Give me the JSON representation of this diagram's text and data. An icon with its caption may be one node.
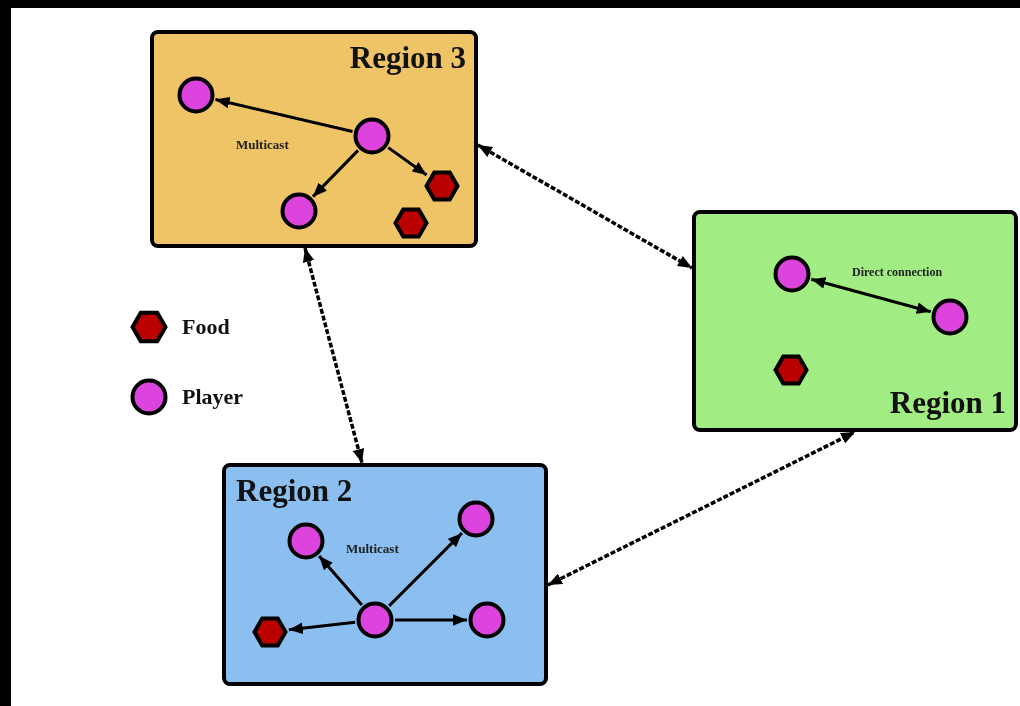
{
  "diagram": {
    "nodes": [
      {
        "text": [
          "Region 3"
        ]
      },
      {
        "text": [],
        "shape": "circle",
        "in": 0
      },
      {
        "text": [],
        "shape": "circle",
        "in": 0
      },
      {
        "text": [],
        "shape": "hexagon",
        "in": 0
      },
      {
        "text": [],
        "shape": "circle",
        "in": 0
      },
      {
        "text": [],
        "shape": "hexagon",
        "in": 0
      },
      {
        "text": [
          "Region 1"
        ]
      },
      {
        "text": [],
        "shape": "circle",
        "in": 6
      },
      {
        "text": [],
        "shape": "circle",
        "in": 6
      },
      {
        "text": [],
        "shape": "hexagon",
        "in": 6
      },
      {
        "text": [
          "Region 2"
        ]
      },
      {
        "text": [],
        "shape": "circle",
        "in": 10
      },
      {
        "text": [],
        "shape": "circle",
        "in": 10
      },
      {
        "text": [],
        "shape": "circle",
        "in": 10
      },
      {
        "text": [],
        "shape": "hexagon",
        "in": 10
      },
      {
        "text": [],
        "shape": "circle",
        "in": 10
      }
    ],
    "edges": [
      {
        "from": 2,
        "to": 1,
        "arrow": "to"
      },
      {
        "from": 2,
        "to": 3,
        "arrow": "to"
      },
      {
        "from": 2,
        "to": 4,
        "arrow": "to"
      },
      {
        "from": 7,
        "to": 8,
        "arrow": "both"
      },
      {
        "from": 13,
        "to": 11,
        "arrow": "to"
      },
      {
        "from": 13,
        "to": 12,
        "arrow": "to"
      },
      {
        "from": 13,
        "to": 14,
        "arrow": "to"
      },
      {
        "from": 13,
        "to": 15,
        "arrow": "to"
      },
      {
        "from": 0,
        "to": 6,
        "arrow": "both",
        "style": "dashed"
      },
      {
        "from": 0,
        "to": 10,
        "arrow": "both",
        "style": "dashed"
      },
      {
        "from": 10,
        "to": 6,
        "arrow": "both",
        "style": "dashed"
      }
    ],
    "labels": [
      "Multicast",
      "Direct connection",
      "Multicast"
    ],
    "legend": [
      {
        "text": "Food",
        "color": "#bb0000"
      },
      {
        "text": "Player",
        "color": "#dd44dd"
      }
    ]
  }
}
